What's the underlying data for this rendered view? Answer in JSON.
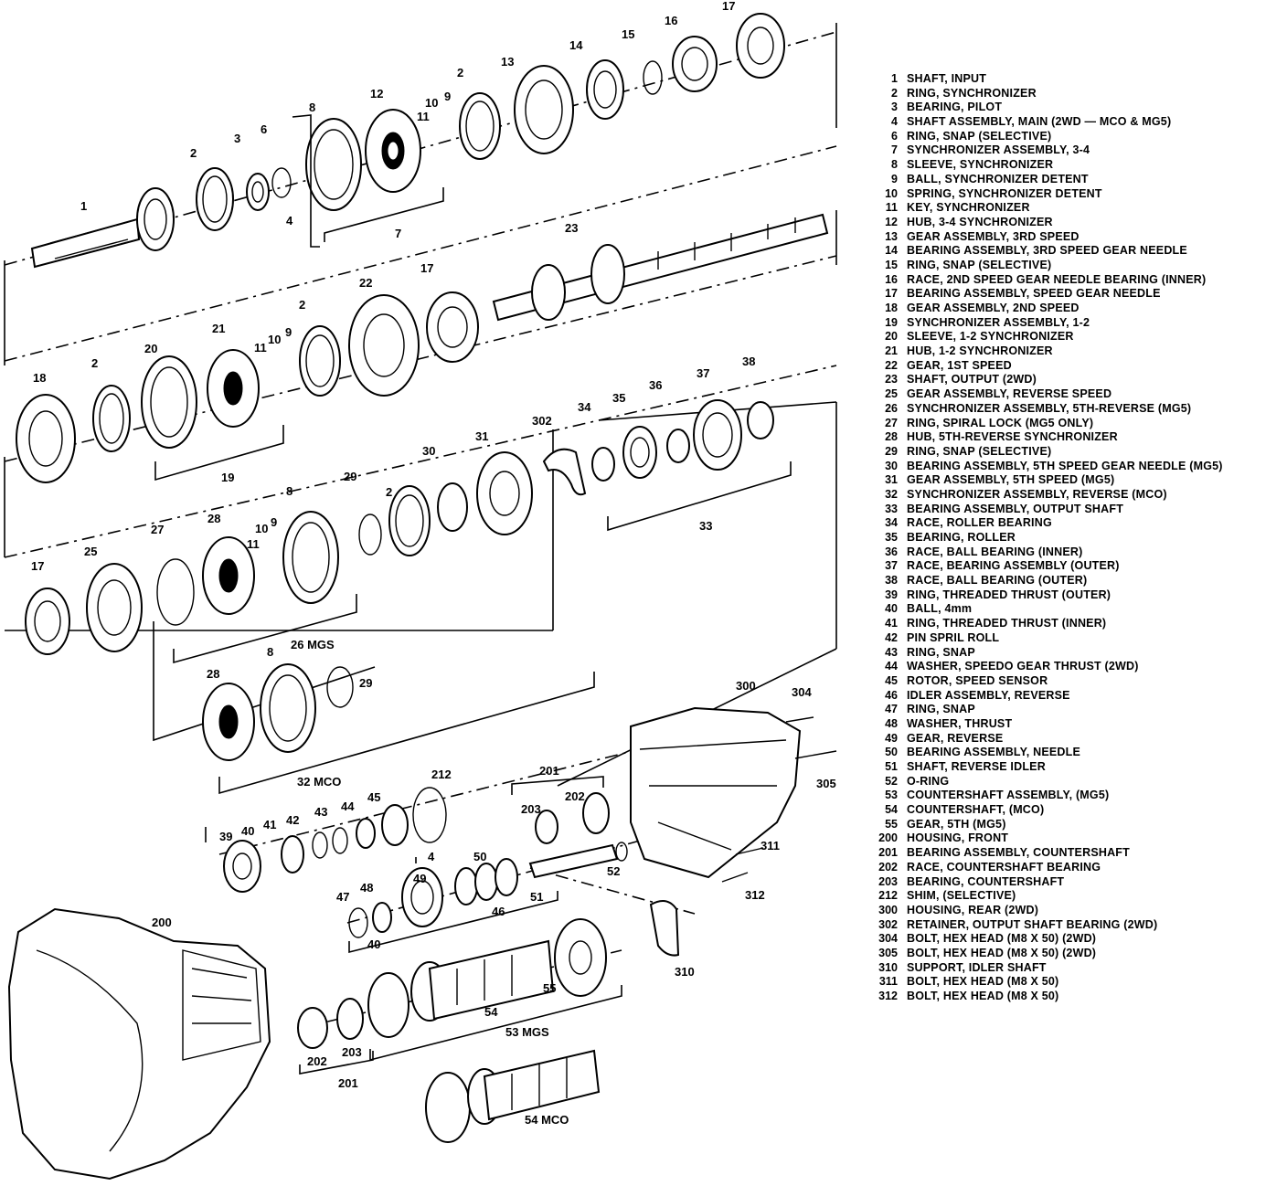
{
  "callouts": [
    {
      "id": "c1",
      "label": "1"
    },
    {
      "id": "c2a",
      "label": "2"
    },
    {
      "id": "c3",
      "label": "3"
    },
    {
      "id": "c6",
      "label": "6"
    },
    {
      "id": "c4a",
      "label": "4"
    },
    {
      "id": "c8a",
      "label": "8"
    },
    {
      "id": "c12",
      "label": "12"
    },
    {
      "id": "c7",
      "label": "7"
    },
    {
      "id": "c11a",
      "label": "11"
    },
    {
      "id": "c10a",
      "label": "10"
    },
    {
      "id": "c9a",
      "label": "9"
    },
    {
      "id": "c2b",
      "label": "2"
    },
    {
      "id": "c13",
      "label": "13"
    },
    {
      "id": "c14",
      "label": "14"
    },
    {
      "id": "c15",
      "label": "15"
    },
    {
      "id": "c16",
      "label": "16"
    },
    {
      "id": "c17a",
      "label": "17"
    },
    {
      "id": "c23",
      "label": "23"
    },
    {
      "id": "c17b",
      "label": "17"
    },
    {
      "id": "c22",
      "label": "22"
    },
    {
      "id": "c2c",
      "label": "2"
    },
    {
      "id": "c21",
      "label": "21"
    },
    {
      "id": "c20",
      "label": "20"
    },
    {
      "id": "c11b",
      "label": "11"
    },
    {
      "id": "c10b",
      "label": "10"
    },
    {
      "id": "c9b",
      "label": "9"
    },
    {
      "id": "c18",
      "label": "18"
    },
    {
      "id": "c2d",
      "label": "2"
    },
    {
      "id": "c19",
      "label": "19"
    },
    {
      "id": "c302",
      "label": "302"
    },
    {
      "id": "c34",
      "label": "34"
    },
    {
      "id": "c35",
      "label": "35"
    },
    {
      "id": "c36",
      "label": "36"
    },
    {
      "id": "c37",
      "label": "37"
    },
    {
      "id": "c38",
      "label": "38"
    },
    {
      "id": "c33",
      "label": "33"
    },
    {
      "id": "c31",
      "label": "31"
    },
    {
      "id": "c30",
      "label": "30"
    },
    {
      "id": "c2e",
      "label": "2"
    },
    {
      "id": "c29a",
      "label": "29"
    },
    {
      "id": "c8b",
      "label": "8"
    },
    {
      "id": "c28a",
      "label": "28"
    },
    {
      "id": "c27",
      "label": "27"
    },
    {
      "id": "c25",
      "label": "25"
    },
    {
      "id": "c17c",
      "label": "17"
    },
    {
      "id": "c10c",
      "label": "10"
    },
    {
      "id": "c11c",
      "label": "11"
    },
    {
      "id": "c9c",
      "label": "9"
    },
    {
      "id": "c26",
      "label": "26 MGS"
    },
    {
      "id": "c28b",
      "label": "28"
    },
    {
      "id": "c8c",
      "label": "8"
    },
    {
      "id": "c29b",
      "label": "29"
    },
    {
      "id": "c32",
      "label": "32 MCO"
    },
    {
      "id": "c212",
      "label": "212"
    },
    {
      "id": "c201a",
      "label": "201"
    },
    {
      "id": "c202a",
      "label": "202"
    },
    {
      "id": "c203a",
      "label": "203"
    },
    {
      "id": "c39",
      "label": "39"
    },
    {
      "id": "c40a",
      "label": "40"
    },
    {
      "id": "c41",
      "label": "41"
    },
    {
      "id": "c42",
      "label": "42"
    },
    {
      "id": "c43",
      "label": "43"
    },
    {
      "id": "c44",
      "label": "44"
    },
    {
      "id": "c45",
      "label": "45"
    },
    {
      "id": "c4b",
      "label": "4"
    },
    {
      "id": "c50",
      "label": "50"
    },
    {
      "id": "c49",
      "label": "49"
    },
    {
      "id": "c48",
      "label": "48"
    },
    {
      "id": "c47",
      "label": "47"
    },
    {
      "id": "c40b",
      "label": "40"
    },
    {
      "id": "c46",
      "label": "46"
    },
    {
      "id": "c51",
      "label": "51"
    },
    {
      "id": "c52",
      "label": "52"
    },
    {
      "id": "c300",
      "label": "300"
    },
    {
      "id": "c304",
      "label": "304"
    },
    {
      "id": "c305",
      "label": "305"
    },
    {
      "id": "c311",
      "label": "311"
    },
    {
      "id": "c312",
      "label": "312"
    },
    {
      "id": "c310",
      "label": "310"
    },
    {
      "id": "c55",
      "label": "55"
    },
    {
      "id": "c54a",
      "label": "54"
    },
    {
      "id": "c53",
      "label": "53 MGS"
    },
    {
      "id": "c200",
      "label": "200"
    },
    {
      "id": "c202b",
      "label": "202"
    },
    {
      "id": "c203b",
      "label": "203"
    },
    {
      "id": "c201b",
      "label": "201"
    },
    {
      "id": "c54b",
      "label": "54 MCO"
    }
  ],
  "legend": [
    {
      "num": "1",
      "desc": "SHAFT, INPUT"
    },
    {
      "num": "2",
      "desc": "RING, SYNCHRONIZER"
    },
    {
      "num": "3",
      "desc": "BEARING, PILOT"
    },
    {
      "num": "4",
      "desc": "SHAFT ASSEMBLY, MAIN (2WD — MCO & MG5)"
    },
    {
      "num": "6",
      "desc": "RING, SNAP (SELECTIVE)"
    },
    {
      "num": "7",
      "desc": "SYNCHRONIZER ASSEMBLY, 3-4"
    },
    {
      "num": "8",
      "desc": "SLEEVE, SYNCHRONIZER"
    },
    {
      "num": "9",
      "desc": "BALL, SYNCHRONIZER DETENT"
    },
    {
      "num": "10",
      "desc": "SPRING, SYNCHRONIZER DETENT"
    },
    {
      "num": "11",
      "desc": "KEY, SYNCHRONIZER"
    },
    {
      "num": "12",
      "desc": "HUB, 3-4 SYNCHRONIZER"
    },
    {
      "num": "13",
      "desc": "GEAR ASSEMBLY, 3RD SPEED"
    },
    {
      "num": "14",
      "desc": "BEARING ASSEMBLY, 3RD SPEED GEAR NEEDLE"
    },
    {
      "num": "15",
      "desc": "RING, SNAP (SELECTIVE)"
    },
    {
      "num": "16",
      "desc": "RACE, 2ND SPEED GEAR NEEDLE BEARING (INNER)"
    },
    {
      "num": "17",
      "desc": "BEARING ASSEMBLY, SPEED GEAR NEEDLE"
    },
    {
      "num": "18",
      "desc": "GEAR ASSEMBLY, 2ND SPEED"
    },
    {
      "num": "19",
      "desc": "SYNCHRONIZER ASSEMBLY, 1-2"
    },
    {
      "num": "20",
      "desc": "SLEEVE, 1-2 SYNCHRONIZER"
    },
    {
      "num": "21",
      "desc": "HUB, 1-2 SYNCHRONIZER"
    },
    {
      "num": "22",
      "desc": "GEAR, 1ST SPEED"
    },
    {
      "num": "23",
      "desc": "SHAFT, OUTPUT (2WD)"
    },
    {
      "num": "25",
      "desc": "GEAR ASSEMBLY, REVERSE SPEED"
    },
    {
      "num": "26",
      "desc": "SYNCHRONIZER ASSEMBLY, 5TH-REVERSE (MG5)"
    },
    {
      "num": "27",
      "desc": "RING, SPIRAL LOCK (MG5 ONLY)"
    },
    {
      "num": "28",
      "desc": "HUB, 5TH-REVERSE SYNCHRONIZER"
    },
    {
      "num": "29",
      "desc": "RING, SNAP (SELECTIVE)"
    },
    {
      "num": "30",
      "desc": "BEARING ASSEMBLY, 5TH SPEED GEAR NEEDLE (MG5)"
    },
    {
      "num": "31",
      "desc": "GEAR ASSEMBLY, 5TH SPEED (MG5)"
    },
    {
      "num": "32",
      "desc": "SYNCHRONIZER ASSEMBLY, REVERSE (MCO)"
    },
    {
      "num": "33",
      "desc": "BEARING ASSEMBLY, OUTPUT SHAFT"
    },
    {
      "num": "34",
      "desc": "RACE, ROLLER BEARING"
    },
    {
      "num": "35",
      "desc": "BEARING, ROLLER"
    },
    {
      "num": "36",
      "desc": "RACE, BALL BEARING (INNER)"
    },
    {
      "num": "37",
      "desc": "RACE, BEARING ASSEMBLY (OUTER)"
    },
    {
      "num": "38",
      "desc": "RACE, BALL BEARING (OUTER)"
    },
    {
      "num": "39",
      "desc": "RING, THREADED THRUST (OUTER)"
    },
    {
      "num": "40",
      "desc": "BALL, 4mm"
    },
    {
      "num": "41",
      "desc": "RING, THREADED THRUST (INNER)"
    },
    {
      "num": "42",
      "desc": "PIN SPRIL ROLL"
    },
    {
      "num": "43",
      "desc": "RING, SNAP"
    },
    {
      "num": "44",
      "desc": "WASHER, SPEEDO GEAR THRUST (2WD)"
    },
    {
      "num": "45",
      "desc": "ROTOR, SPEED SENSOR"
    },
    {
      "num": "46",
      "desc": "IDLER ASSEMBLY, REVERSE"
    },
    {
      "num": "47",
      "desc": "RING, SNAP"
    },
    {
      "num": "48",
      "desc": "WASHER, THRUST"
    },
    {
      "num": "49",
      "desc": "GEAR, REVERSE"
    },
    {
      "num": "50",
      "desc": "BEARING ASSEMBLY, NEEDLE"
    },
    {
      "num": "51",
      "desc": "SHAFT, REVERSE IDLER"
    },
    {
      "num": "52",
      "desc": "O-RING"
    },
    {
      "num": "53",
      "desc": "COUNTERSHAFT ASSEMBLY, (MG5)"
    },
    {
      "num": "54",
      "desc": "COUNTERSHAFT, (MCO)"
    },
    {
      "num": "55",
      "desc": "GEAR, 5TH (MG5)"
    },
    {
      "num": "200",
      "desc": "HOUSING, FRONT"
    },
    {
      "num": "201",
      "desc": "BEARING ASSEMBLY, COUNTERSHAFT"
    },
    {
      "num": "202",
      "desc": "RACE, COUNTERSHAFT BEARING"
    },
    {
      "num": "203",
      "desc": "BEARING, COUNTERSHAFT"
    },
    {
      "num": "212",
      "desc": "SHIM, (SELECTIVE)"
    },
    {
      "num": "300",
      "desc": "HOUSING, REAR (2WD)"
    },
    {
      "num": "302",
      "desc": "RETAINER, OUTPUT SHAFT BEARING (2WD)"
    },
    {
      "num": "304",
      "desc": "BOLT, HEX HEAD (M8 X 50) (2WD)"
    },
    {
      "num": "305",
      "desc": "BOLT, HEX HEAD (M8 X 50) (2WD)"
    },
    {
      "num": "310",
      "desc": "SUPPORT, IDLER SHAFT"
    },
    {
      "num": "311",
      "desc": "BOLT, HEX HEAD (M8 X 50)"
    },
    {
      "num": "312",
      "desc": "BOLT, HEX HEAD (M8 X 50)"
    }
  ]
}
